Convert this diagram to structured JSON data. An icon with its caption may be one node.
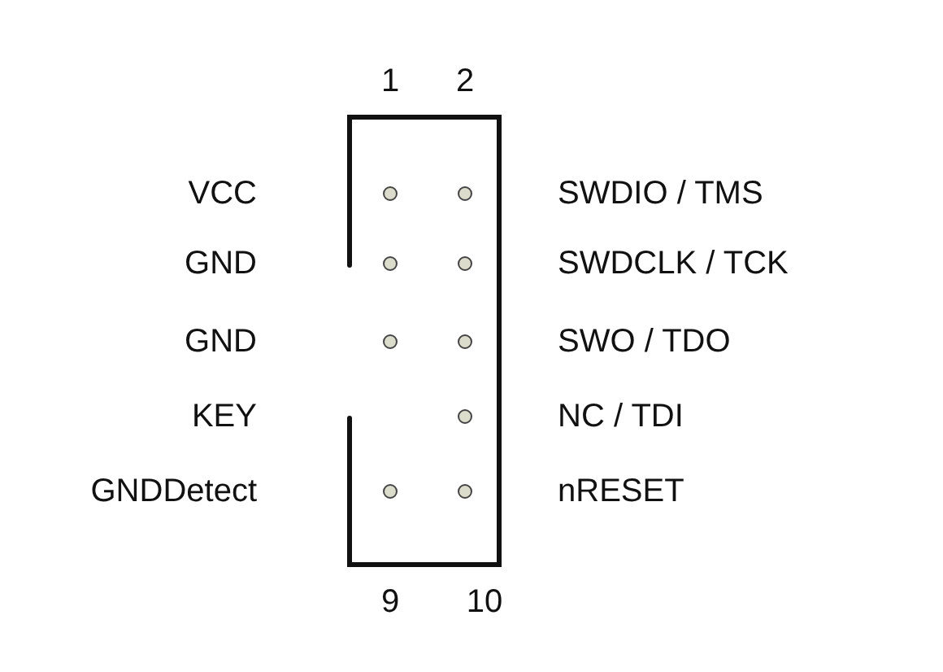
{
  "diagram": {
    "labels": [
      "1",
      "2",
      "VCC",
      "SWDIO / TMS",
      "GND",
      "SWDCLK / TCK",
      "GND",
      "SWO / TDO",
      "KEY",
      "NC / TDI",
      "GNDDetect",
      "nRESET",
      "9",
      "10"
    ]
  }
}
